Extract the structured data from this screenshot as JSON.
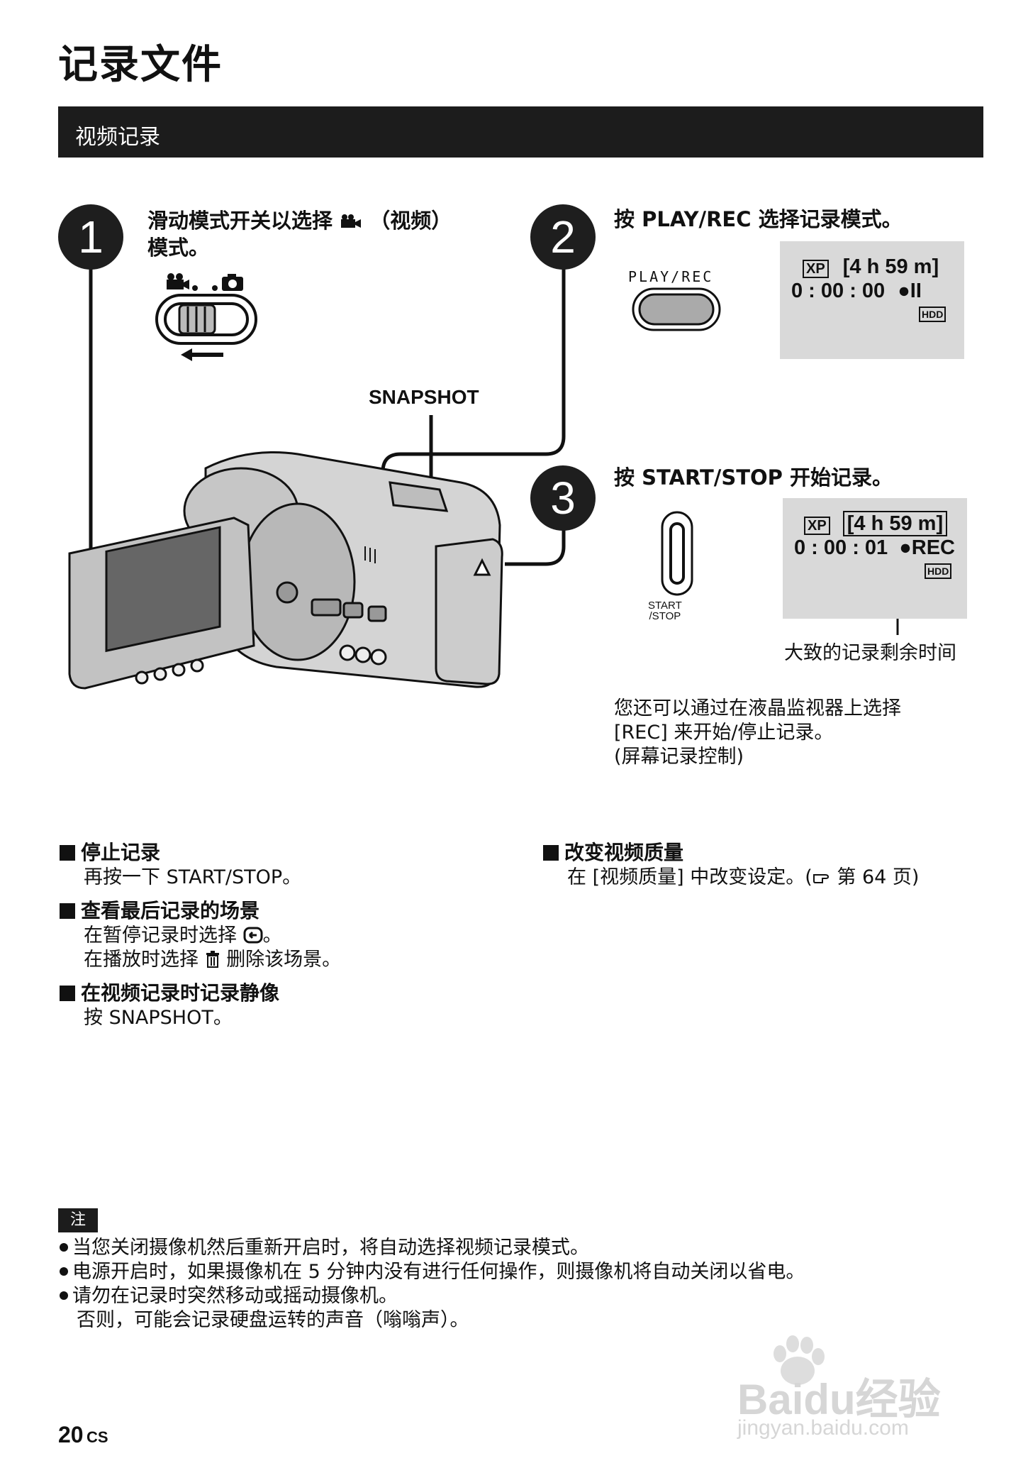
{
  "page": {
    "title": "记录文件",
    "section_banner": "视频记录",
    "page_number": "20",
    "page_suffix": "CS"
  },
  "steps": [
    {
      "number": "1",
      "text_line1": "滑动模式开关以选择",
      "text_icon_label": "（视频）",
      "text_line2": "模式。"
    },
    {
      "number": "2",
      "text": "按 PLAY/REC 选择记录模式。",
      "button_label": "PLAY/REC"
    },
    {
      "number": "3",
      "text": "按 START/STOP 开始记录。",
      "button_label_line1": "START",
      "button_label_line2": "/STOP"
    }
  ],
  "snapshot_label": "SNAPSHOT",
  "lcd1": {
    "mode": "XP",
    "remaining": "[4 h 59 m]",
    "timecode": "0 : 00 : 00",
    "status": "●II",
    "media": "HDD"
  },
  "lcd2": {
    "mode": "XP",
    "remaining": "[4 h 59 m]",
    "timecode": "0 : 00 : 01",
    "status": "●REC",
    "media": "HDD"
  },
  "remaining_caption": "大致的记录剩余时间",
  "touch_note": {
    "line1": "您还可以通过在液晶监视器上选择",
    "line2": "[REC]  来开始/停止记录。",
    "line3": "(屏幕记录控制)"
  },
  "sections": [
    {
      "heading": "停止记录",
      "lines": [
        "再按一下 START/STOP。"
      ]
    },
    {
      "heading": "查看最后记录的场景",
      "lines": [
        "在暂停记录时选择",
        "在播放时选择",
        "删除该场景。"
      ]
    },
    {
      "heading": "在视频记录时记录静像",
      "lines": [
        "按 SNAPSHOT。"
      ]
    },
    {
      "heading": "改变视频质量",
      "lines": [
        "在 [视频质量] 中改变设定。(",
        "第 64 页)"
      ]
    }
  ],
  "notes": {
    "tag": "注",
    "items": [
      "当您关闭摄像机然后重新开启时，将自动选择视频记录模式。",
      "电源开启时，如果摄像机在 5 分钟内没有进行任何操作，则摄像机将自动关闭以省电。",
      "请勿在记录时突然移动或摇动摄像机。"
    ],
    "continuation": "否则，可能会记录硬盘运转的声音（嗡嗡声）。"
  },
  "watermark": {
    "brand": "Baidu经验",
    "url": "jingyan.baidu.com"
  },
  "icons": [
    "video-mode-icon",
    "photo-mode-icon",
    "playback-icon",
    "trash-icon",
    "reference-hand-icon",
    "baidu-paw-icon"
  ]
}
